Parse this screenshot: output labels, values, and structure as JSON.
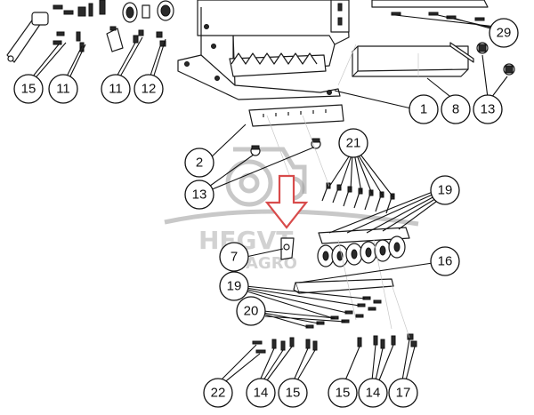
{
  "watermark": {
    "brand": "HEGVT",
    "brand_suffix": "AGRO"
  },
  "colors": {
    "arrow": "#d84b4b",
    "watermark": "#9a9a9a",
    "lines": "#111111"
  },
  "callouts": [
    {
      "id": "c15a",
      "label": "15"
    },
    {
      "id": "c11a",
      "label": "11"
    },
    {
      "id": "c11b",
      "label": "11"
    },
    {
      "id": "c12",
      "label": "12"
    },
    {
      "id": "c29",
      "label": "29"
    },
    {
      "id": "c1",
      "label": "1"
    },
    {
      "id": "c8",
      "label": "8"
    },
    {
      "id": "c13a",
      "label": "13"
    },
    {
      "id": "c2",
      "label": "2"
    },
    {
      "id": "c13b",
      "label": "13"
    },
    {
      "id": "c21",
      "label": "21"
    },
    {
      "id": "c19a",
      "label": "19"
    },
    {
      "id": "c7",
      "label": "7"
    },
    {
      "id": "c16",
      "label": "16"
    },
    {
      "id": "c19b",
      "label": "19"
    },
    {
      "id": "c20",
      "label": "20"
    },
    {
      "id": "c22",
      "label": "22"
    },
    {
      "id": "c14a",
      "label": "14"
    },
    {
      "id": "c15b",
      "label": "15"
    },
    {
      "id": "c15c",
      "label": "15"
    },
    {
      "id": "c14b",
      "label": "14"
    },
    {
      "id": "c17",
      "label": "17"
    }
  ]
}
